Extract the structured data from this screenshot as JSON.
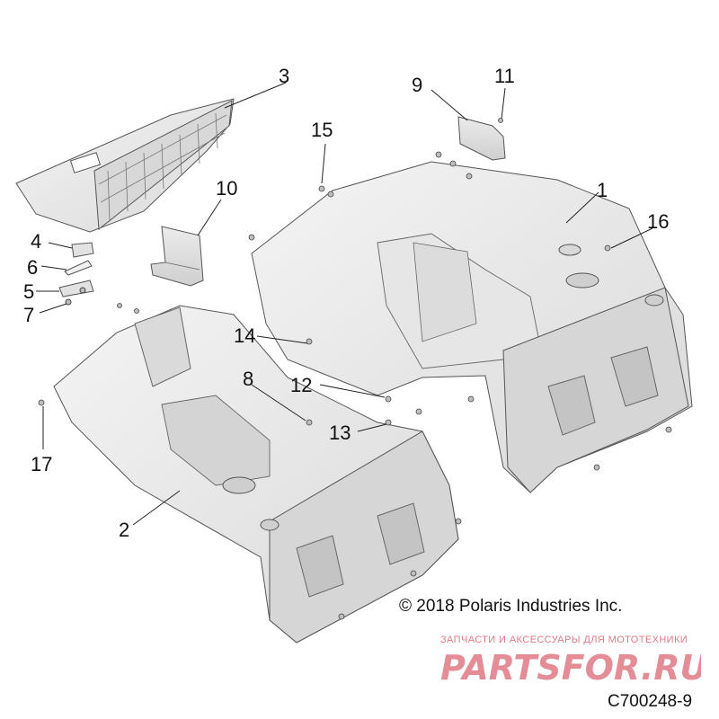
{
  "callouts": [
    {
      "id": "1",
      "label": "1"
    },
    {
      "id": "2",
      "label": "2"
    },
    {
      "id": "3",
      "label": "3"
    },
    {
      "id": "4",
      "label": "4"
    },
    {
      "id": "5",
      "label": "5"
    },
    {
      "id": "6",
      "label": "6"
    },
    {
      "id": "7",
      "label": "7"
    },
    {
      "id": "8",
      "label": "8"
    },
    {
      "id": "9",
      "label": "9"
    },
    {
      "id": "10",
      "label": "10"
    },
    {
      "id": "11",
      "label": "11"
    },
    {
      "id": "12",
      "label": "12"
    },
    {
      "id": "13",
      "label": "13"
    },
    {
      "id": "14",
      "label": "14"
    },
    {
      "id": "15",
      "label": "15"
    },
    {
      "id": "16",
      "label": "16"
    },
    {
      "id": "17",
      "label": "17"
    }
  ],
  "copyright": "© 2018 Polaris Industries Inc.",
  "watermark": {
    "tagline": "ЗАПЧАСТИ И АКСЕССУАРЫ ДЛЯ МОТОТЕХНИКИ",
    "logo_text": "PARTSFOR.RU",
    "color": "#e07a86"
  },
  "diagram_code": "C700248-9"
}
